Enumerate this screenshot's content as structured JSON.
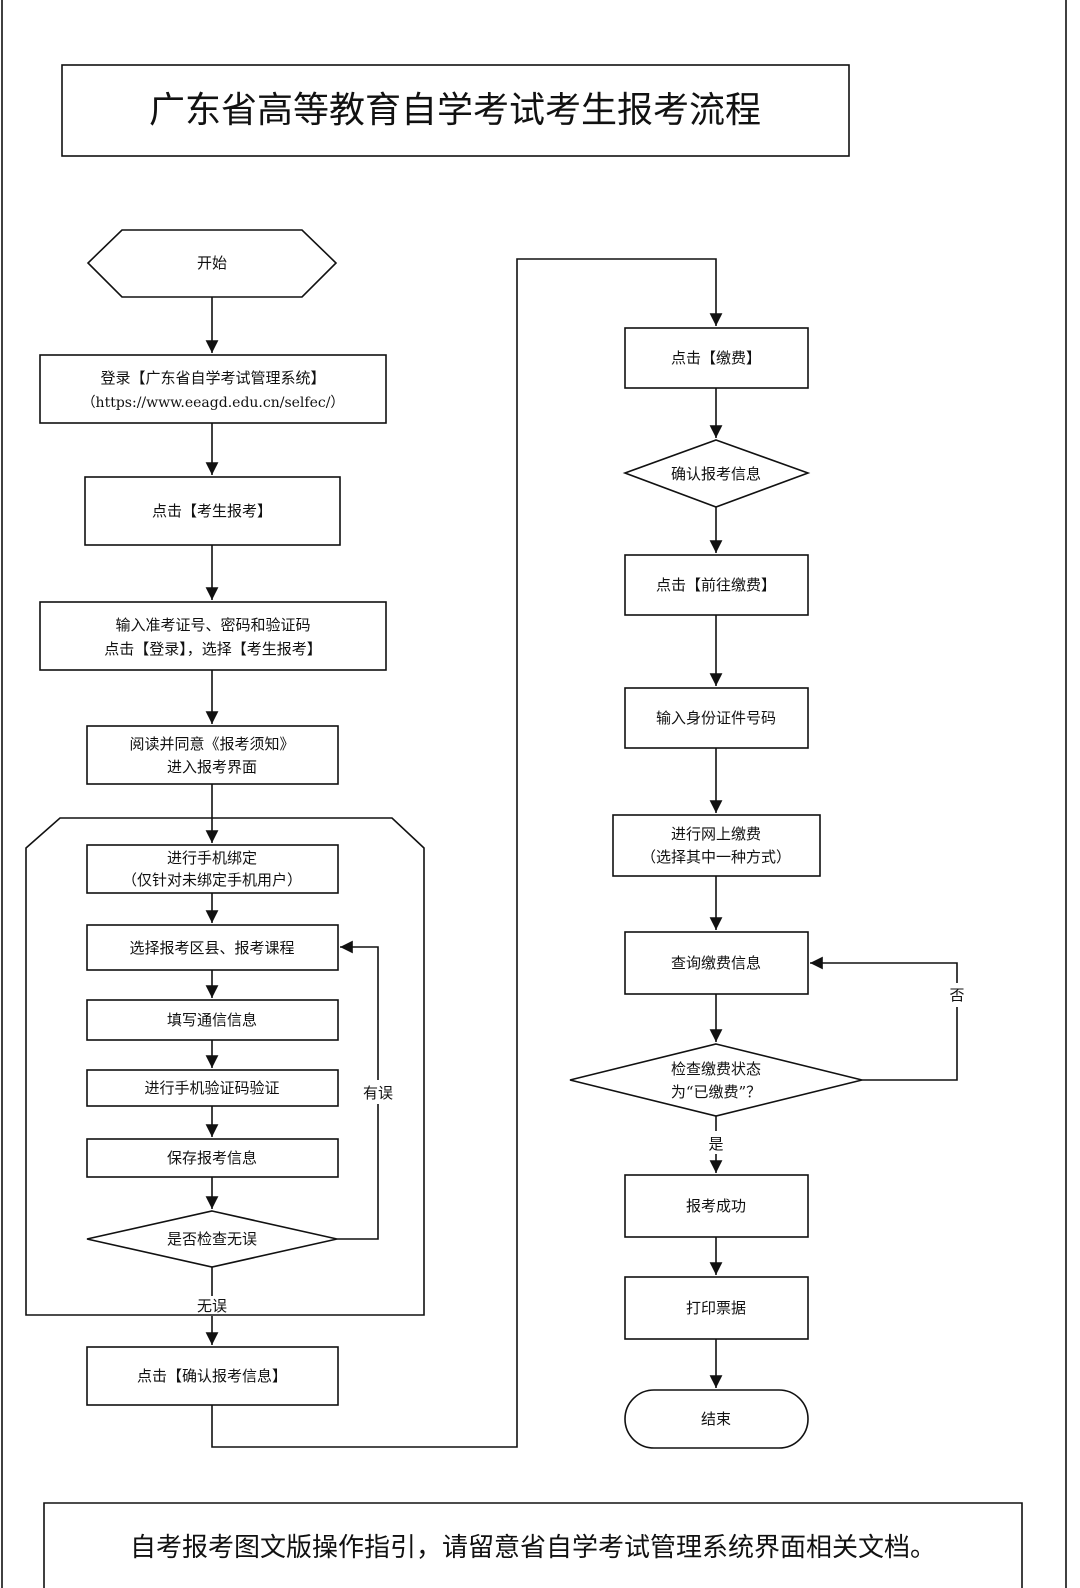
{
  "title": "广东省高等教育自学考试考生报考流程",
  "footer": "自考报考图文版操作指引，请留意省自学考试管理系统界面相关文档。",
  "nodes": {
    "start": "开始",
    "login_l1": "登录【广东省自学考试管理系统】",
    "login_l2": "（https://www.eeagd.edu.cn/selfec/）",
    "click_register": "点击【考生报考】",
    "input_l1": "输入准考证号、密码和验证码",
    "input_l2": "点击【登录】，选择【考生报考】",
    "read_l1": "阅读并同意《报考须知》",
    "read_l2": "进入报考界面",
    "bind_l1": "进行手机绑定",
    "bind_l2": "（仅针对未绑定手机用户）",
    "select_course": "选择报考区县、报考课程",
    "fill_contact": "填写通信信息",
    "sms_verify": "进行手机验证码验证",
    "save_info": "保存报考信息",
    "check_ok": "是否检查无误",
    "confirm_info": "点击【确认报考信息】",
    "click_pay": "点击【缴费】",
    "confirm_register": "确认报考信息",
    "go_pay": "点击【前往缴费】",
    "input_id": "输入身份证件号码",
    "online_pay_l1": "进行网上缴费",
    "online_pay_l2": "（选择其中一种方式）",
    "query_pay": "查询缴费信息",
    "check_pay_l1": "检查缴费状态",
    "check_pay_l2": "为“已缴费”？",
    "success": "报考成功",
    "print": "打印票据",
    "end": "结束"
  },
  "edge_labels": {
    "has_error": "有误",
    "no_error": "无误",
    "no": "否",
    "yes": "是"
  }
}
